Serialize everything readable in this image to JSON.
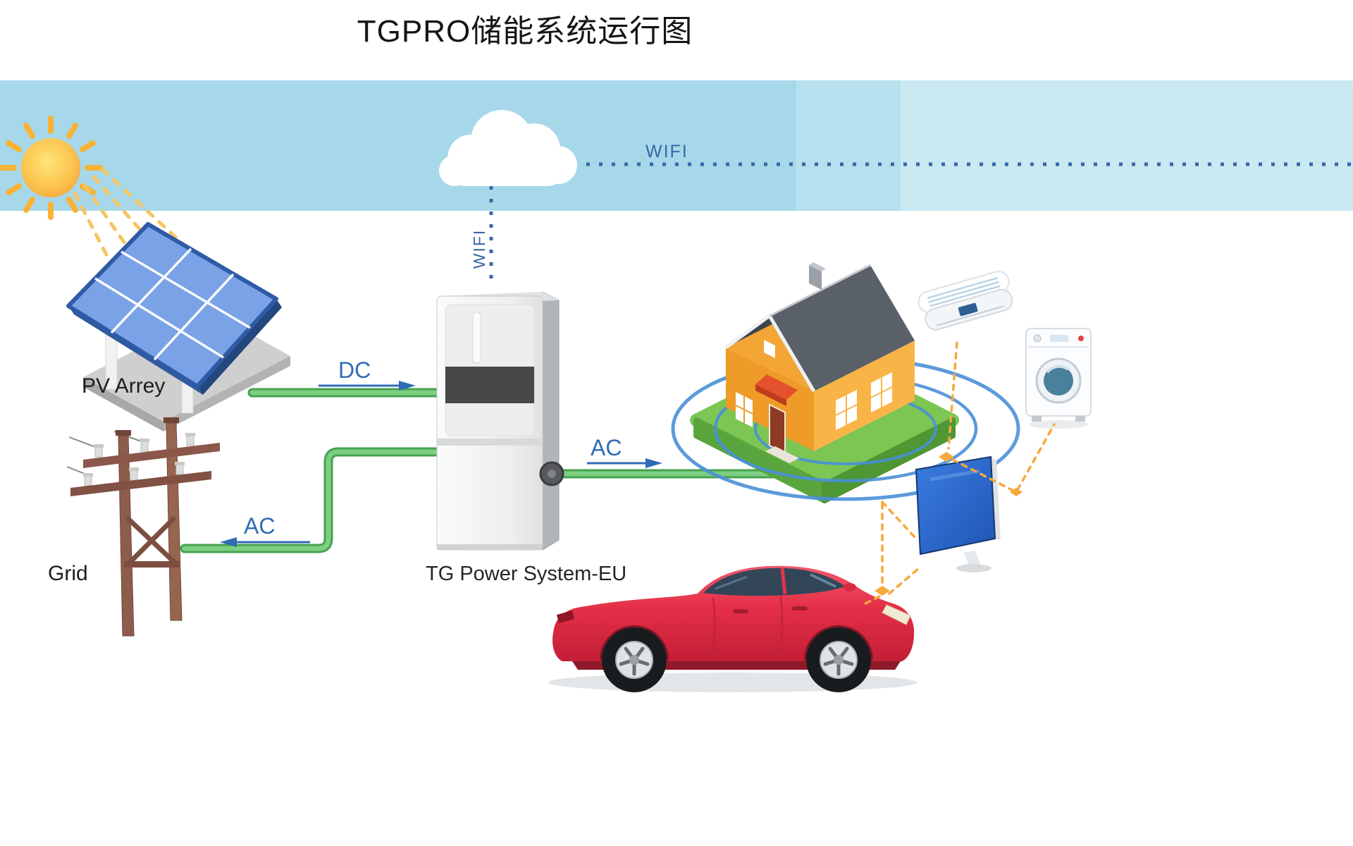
{
  "title": "TGPRO储能系统运行图",
  "labels": {
    "wifi_horizontal": "WIFI",
    "wifi_vertical": "WIFI",
    "dc": "DC",
    "ac_house": "AC",
    "ac_grid": "AC",
    "pv_array": "PV Arrey",
    "grid": "Grid",
    "inverter": "TG Power System-EU"
  },
  "illustrations": [
    "sun",
    "sunbeam-rays",
    "cloud",
    "solar-panel-array",
    "power-pole",
    "inverter-unit",
    "house",
    "signal-rings",
    "air-conditioner",
    "washing-machine",
    "tv",
    "car"
  ],
  "colors": {
    "sky_left": "#a6d8e9",
    "sky_mid": "#b7e0ee",
    "sky_right": "#c9e9f3",
    "label_blue": "#2e6cb5",
    "wifi_blue": "#3a66a8",
    "power_line_green": "#58b65c",
    "dashed_orange": "#f6a93b",
    "house_wall_orange": "#f5a42b",
    "roof_gray": "#4c5258",
    "grass_green": "#7cc653",
    "panel_blue": "#7aa2e6",
    "pole_brown": "#8d5c4c",
    "car_red": "#e52c44",
    "title_black": "#141414"
  }
}
